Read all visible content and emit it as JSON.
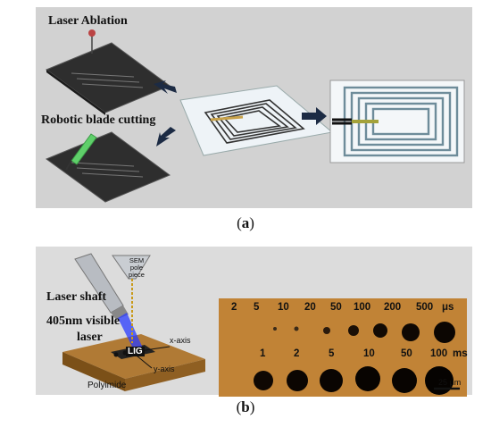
{
  "panel_a": {
    "label_laser_ablation": "Laser Ablation",
    "label_robotic_blade_cutting": "Robotic blade cutting",
    "caption_letter": "a"
  },
  "panel_b": {
    "label_laser_shaft": "Laser shaft",
    "label_laser_line1": "405nm visible",
    "label_laser_line2": "laser",
    "label_sem_line1": "SEM",
    "label_sem_line2": "pole",
    "label_sem_line3": "piece",
    "label_lig": "LIG",
    "label_x_axis": "x-axis",
    "label_y_axis": "y-axis",
    "label_polyimide": "Polyimide",
    "micrograph": {
      "row1_labels": [
        "2",
        "5",
        "10",
        "20",
        "50",
        "100",
        "200",
        "500"
      ],
      "row1_unit": "μs",
      "row2_labels": [
        "1",
        "2",
        "5",
        "10",
        "50",
        "100"
      ],
      "row2_unit": "ms",
      "scale_bar": "25 μm"
    },
    "caption_letter": "b"
  },
  "colors": {
    "panel_bg": "#d2d2d2",
    "arrow": "#1c2b44",
    "micrograph_bg": "#c88a3c",
    "laser_beam": "#2a3cff"
  }
}
